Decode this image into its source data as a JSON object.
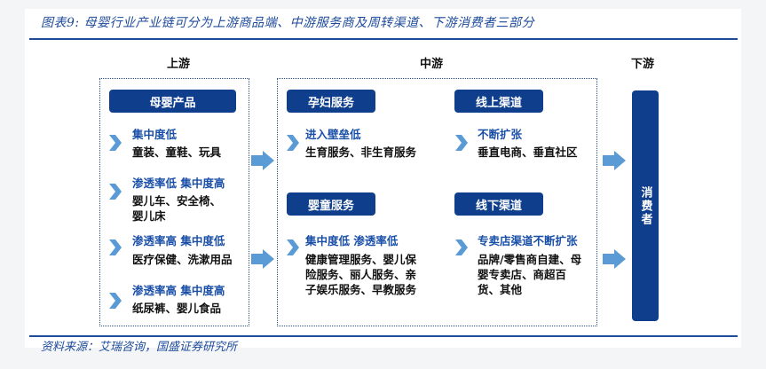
{
  "figure": {
    "title": "图表9:  母婴行业产业链可分为上游商品端、中游服务商及周转渠道、下游消费者三部分",
    "source": "资料来源：艾瑞咨询，国盛证券研究所"
  },
  "columns": {
    "upstream": "上游",
    "midstream": "中游",
    "downstream": "下游"
  },
  "upstream": {
    "header": "母婴产品",
    "items": [
      {
        "sub": "集中度低",
        "desc": "童装、童鞋、玩具"
      },
      {
        "sub": "渗透率低 集中度高",
        "desc": "婴儿车、安全椅、婴儿床"
      },
      {
        "sub": "渗透率高 集中度低",
        "desc": "医疗保健、洗漱用品"
      },
      {
        "sub": "渗透率高 集中度高",
        "desc": "纸尿裤、婴儿食品"
      }
    ]
  },
  "midstream": {
    "groups": [
      {
        "header": "孕妇服务",
        "sub": "进入壁垒低",
        "desc": "生育服务、非生育服务"
      },
      {
        "header": "线上渠道",
        "sub": "不断扩张",
        "desc": "垂直电商、垂直社区"
      },
      {
        "header": "婴童服务",
        "sub": "集中度低 渗透率低",
        "desc": "健康管理服务、婴儿保险服务、丽人服务、亲子娱乐服务、早教服务"
      },
      {
        "header": "线下渠道",
        "sub": "专卖店渠道不断扩张",
        "desc": "品牌/零售商自建、母婴专卖店、商超百货、其他"
      }
    ]
  },
  "downstream": {
    "label": "消费者"
  },
  "colors": {
    "dark_blue": "#0f3f8c",
    "accent_blue": "#1a4fa8",
    "arrow_blue": "#5b9bd5",
    "rule_blue": "#1d4a9a"
  }
}
